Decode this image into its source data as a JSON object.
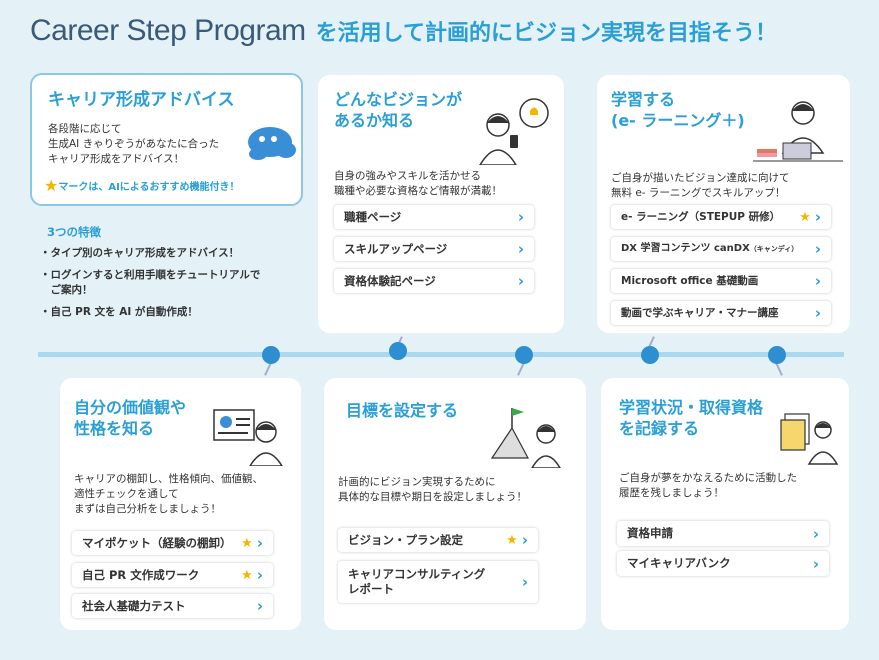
{
  "title": {
    "en": "Career Step Program",
    "jp": "を活用して計画的にビジョン実現を目指そう！"
  },
  "advice": {
    "title": "キャリア形成アドバイス",
    "desc": [
      "各段階に応じて",
      "生成AI きゃりぞうがあなたに合った",
      "キャリア形成をアドバイス！"
    ],
    "note": "マークは、AIによるおすすめ機能付き！",
    "features_title": "3つの特徴",
    "features": [
      "・タイプ別のキャリア形成をアドバイス！",
      "・ログインすると利用手順をチュートリアルで",
      "　ご案内！",
      "・自己 PR 文を AI が自動作成！"
    ]
  },
  "vision": {
    "title": [
      "どんなビジョンが",
      "あるか知る"
    ],
    "desc": [
      "自身の強みやスキルを活かせる",
      "職種や必要な資格など情報が満載！"
    ],
    "buttons": [
      "職種ページ",
      "スキルアップページ",
      "資格体験記ページ"
    ]
  },
  "learn": {
    "title": [
      "学習する",
      "(e- ラーニング＋)"
    ],
    "desc": [
      "ご自身が描いたビジョン達成に向けて",
      "無料 e- ラーニングでスキルアップ！"
    ],
    "buttons": [
      "e- ラーニング（STEPUP 研修）",
      "DX 学習コンテンツ canDX",
      "Microsoft office  基礎動画",
      "動画で学ぶキャリア・マナー講座"
    ],
    "candx_sub": "（キャンディ）"
  },
  "values": {
    "title": [
      "自分の価値観や",
      "性格を知る"
    ],
    "desc": [
      "キャリアの棚卸し、性格傾向、価値観、",
      "適性チェックを通して",
      "まずは自己分析をしましょう！"
    ],
    "buttons": [
      "マイポケット（経験の棚卸）",
      "自己 PR 文作成ワーク",
      "社会人基礎力テスト"
    ]
  },
  "goal": {
    "title": "目標を設定する",
    "desc": [
      "計画的にビジョン実現するために",
      "具体的な目標や期日を設定しましょう！"
    ],
    "buttons": [
      "ビジョン・プラン設定",
      "キャリアコンサルティング\nレポート"
    ]
  },
  "record": {
    "title": [
      "学習状況・取得資格",
      "を記録する"
    ],
    "desc": [
      "ご自身が夢をかなえるために活動した",
      "履歴を残しましょう！"
    ],
    "buttons": [
      "資格申請",
      "マイキャリアバンク"
    ]
  },
  "icons": {
    "star": "star-icon",
    "chevron": "chevron-right-icon"
  },
  "colors": {
    "accent": "#2a9fd6",
    "star": "#f5b400",
    "timeline": "#2e8fd0"
  }
}
